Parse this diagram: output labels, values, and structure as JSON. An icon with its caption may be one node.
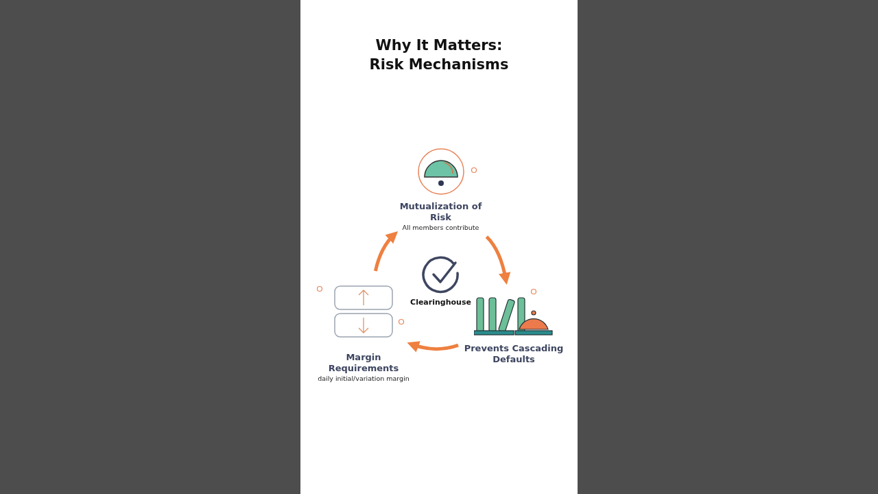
{
  "diagram": {
    "title": "Why It Matters: Risk Mechanisms",
    "nodes": [
      {
        "text": [
          "Mutualization of Risk",
          "All members contribute"
        ]
      },
      {
        "text": [
          "Prevents Cascading Defaults"
        ]
      },
      {
        "text": [
          "Margin Requirements",
          "daily initial/variation margin"
        ]
      },
      {
        "text": [
          "Clearinghouse"
        ]
      }
    ],
    "edges": [
      {
        "from": 0,
        "to": 1,
        "arrow": "to"
      },
      {
        "from": 1,
        "to": 2,
        "arrow": "to"
      },
      {
        "from": 2,
        "to": 0,
        "arrow": "to"
      }
    ]
  }
}
